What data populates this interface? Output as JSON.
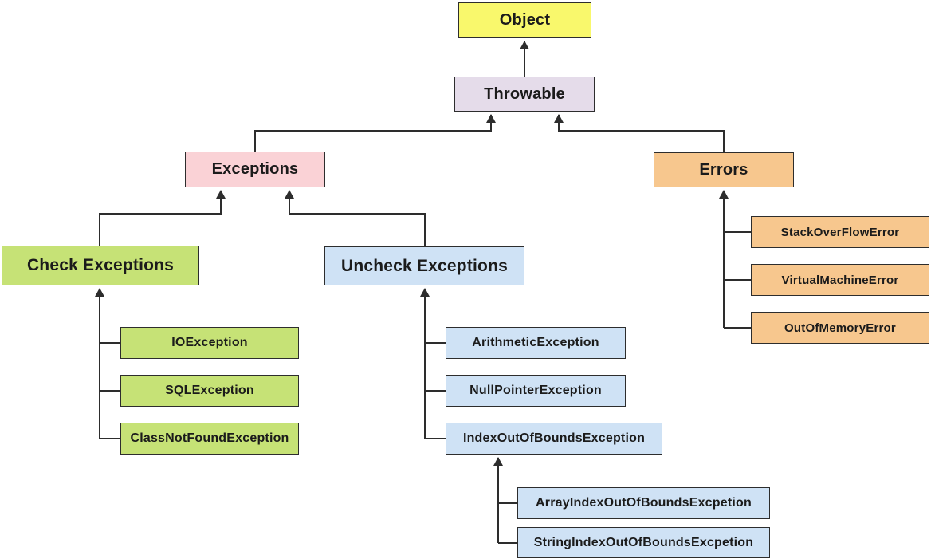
{
  "diagram": {
    "nodes": {
      "object": {
        "label": "Object",
        "color": "#f9f86c"
      },
      "throwable": {
        "label": "Throwable",
        "color": "#e5dcea"
      },
      "exceptions": {
        "label": "Exceptions",
        "color": "#fad2d6"
      },
      "errors": {
        "label": "Errors",
        "color": "#f7c78e"
      },
      "check_exceptions": {
        "label": "Check Exceptions",
        "color": "#c6e276"
      },
      "uncheck_exceptions": {
        "label": "Uncheck Exceptions",
        "color": "#cfe2f5"
      },
      "io_exception": {
        "label": "IOException",
        "color": "#c6e276"
      },
      "sql_exception": {
        "label": "SQLException",
        "color": "#c6e276"
      },
      "class_not_found_exception": {
        "label": "ClassNotFoundException",
        "color": "#c6e276"
      },
      "arithmetic_exception": {
        "label": "ArithmeticException",
        "color": "#cfe2f5"
      },
      "null_pointer_exception": {
        "label": "NullPointerException",
        "color": "#cfe2f5"
      },
      "index_out_of_bounds_exception": {
        "label": "IndexOutOfBoundsException",
        "color": "#cfe2f5"
      },
      "array_index_out_of_bounds_excpetion": {
        "label": "ArrayIndexOutOfBoundsExcpetion",
        "color": "#cfe2f5"
      },
      "string_index_out_of_bounds_excpetion": {
        "label": "StringIndexOutOfBoundsExcpetion",
        "color": "#cfe2f5"
      },
      "stack_overflow_error": {
        "label": "StackOverFlowError",
        "color": "#f7c78e"
      },
      "virtual_machine_error": {
        "label": "VirtualMachineError",
        "color": "#f7c78e"
      },
      "out_of_memory_error": {
        "label": "OutOfMemoryError",
        "color": "#f7c78e"
      }
    },
    "edges": [
      {
        "from": "Throwable",
        "to": "Object"
      },
      {
        "from": "Exceptions",
        "to": "Throwable"
      },
      {
        "from": "Errors",
        "to": "Throwable"
      },
      {
        "from": "Check Exceptions",
        "to": "Exceptions"
      },
      {
        "from": "Uncheck Exceptions",
        "to": "Exceptions"
      },
      {
        "from": "IOException",
        "to": "Check Exceptions"
      },
      {
        "from": "SQLException",
        "to": "Check Exceptions"
      },
      {
        "from": "ClassNotFoundException",
        "to": "Check Exceptions"
      },
      {
        "from": "ArithmeticException",
        "to": "Uncheck Exceptions"
      },
      {
        "from": "NullPointerException",
        "to": "Uncheck Exceptions"
      },
      {
        "from": "IndexOutOfBoundsException",
        "to": "Uncheck Exceptions"
      },
      {
        "from": "ArrayIndexOutOfBoundsExcpetion",
        "to": "IndexOutOfBoundsException"
      },
      {
        "from": "StringIndexOutOfBoundsExcpetion",
        "to": "IndexOutOfBoundsException"
      },
      {
        "from": "StackOverFlowError",
        "to": "Errors"
      },
      {
        "from": "VirtualMachineError",
        "to": "Errors"
      },
      {
        "from": "OutOfMemoryError",
        "to": "Errors"
      }
    ],
    "colors": {
      "line": "#2d2d2d",
      "border": "#2d2d2d",
      "text": "#1b1b1b",
      "background": "#ffffff"
    }
  }
}
